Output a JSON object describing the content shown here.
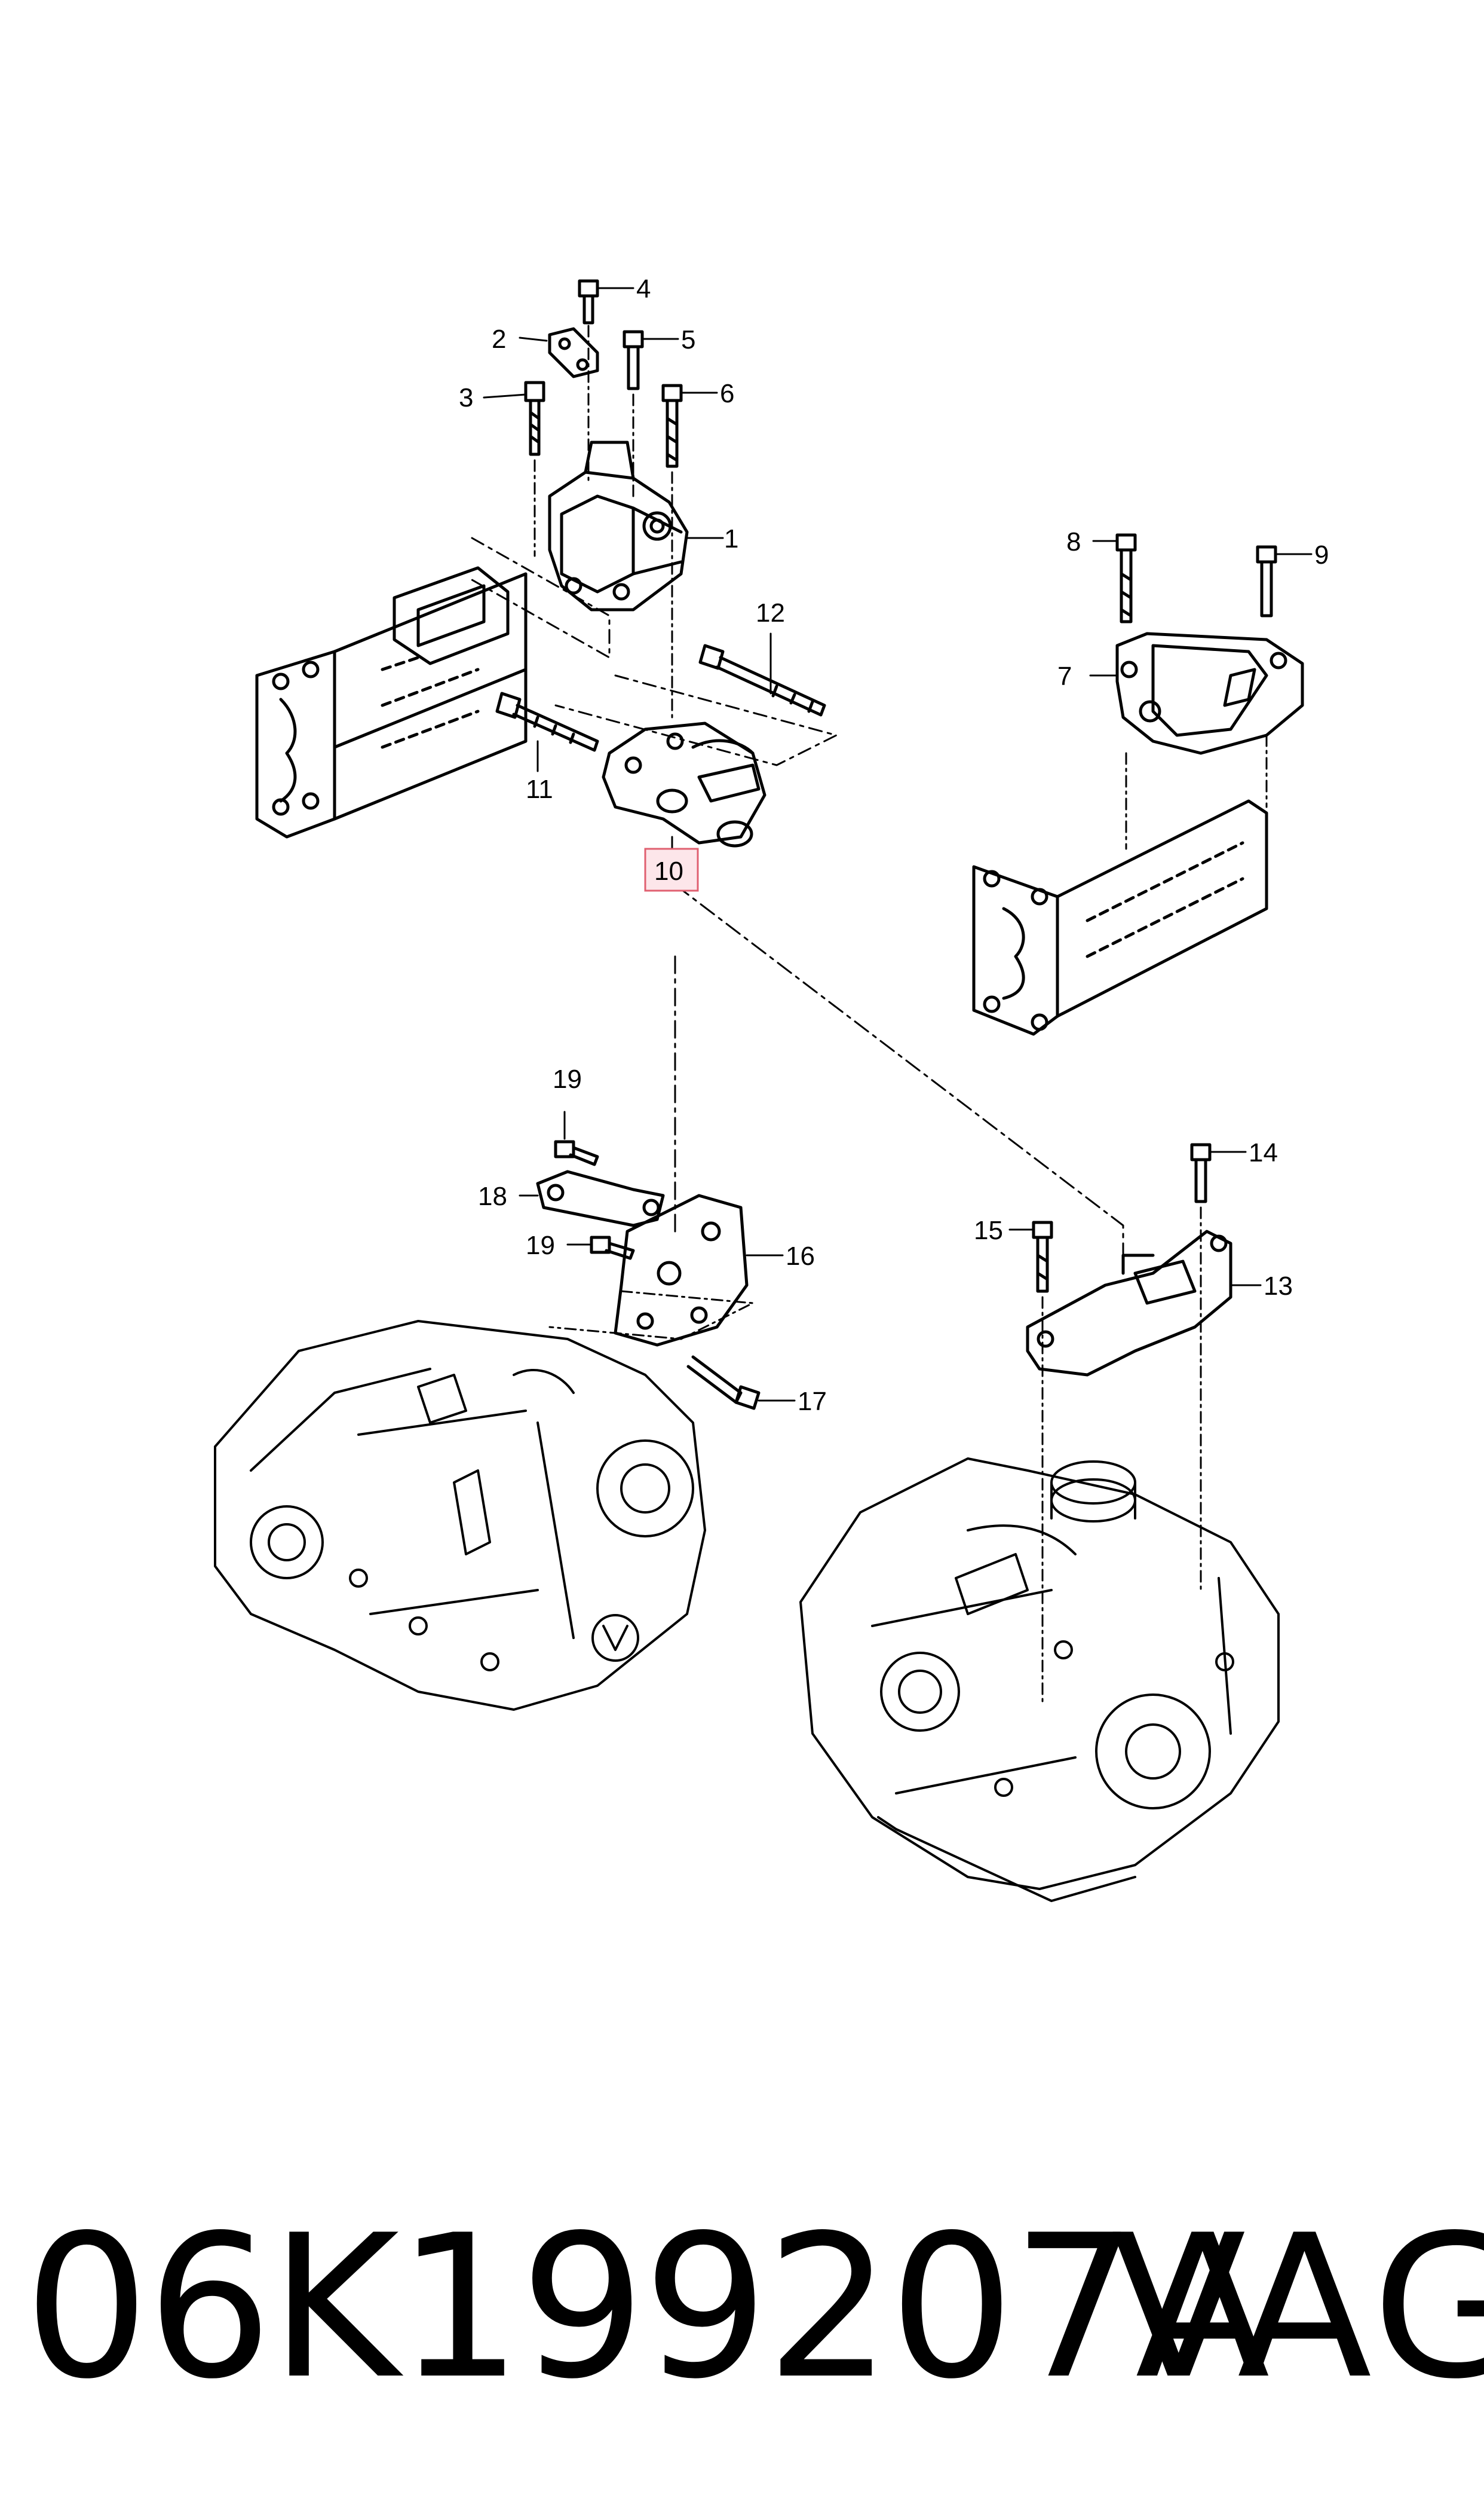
{
  "diagram": {
    "callouts": [
      {
        "id": "1",
        "label": "1"
      },
      {
        "id": "2",
        "label": "2"
      },
      {
        "id": "3",
        "label": "3"
      },
      {
        "id": "4",
        "label": "4"
      },
      {
        "id": "5",
        "label": "5"
      },
      {
        "id": "6",
        "label": "6"
      },
      {
        "id": "7",
        "label": "7"
      },
      {
        "id": "8",
        "label": "8"
      },
      {
        "id": "9",
        "label": "9"
      },
      {
        "id": "10",
        "label": "10",
        "highlighted": true
      },
      {
        "id": "11",
        "label": "11"
      },
      {
        "id": "12",
        "label": "12"
      },
      {
        "id": "13",
        "label": "13"
      },
      {
        "id": "14",
        "label": "14"
      },
      {
        "id": "15",
        "label": "15"
      },
      {
        "id": "16",
        "label": "16"
      },
      {
        "id": "17",
        "label": "17"
      },
      {
        "id": "18",
        "label": "18"
      },
      {
        "id": "19a",
        "label": "19"
      },
      {
        "id": "19b",
        "label": "19"
      }
    ],
    "highlight_color": "#e06070",
    "line_color": "#000000"
  },
  "caption": {
    "part_number": "06K199207A",
    "brand": "VAG"
  }
}
